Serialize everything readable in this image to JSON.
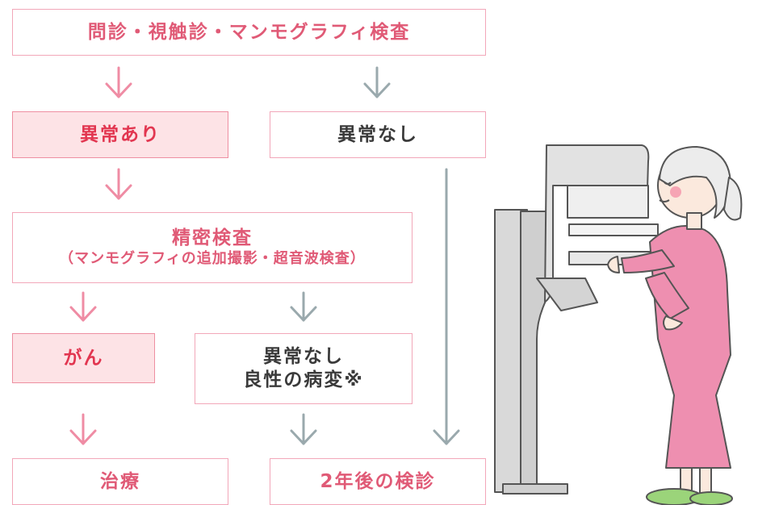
{
  "flow": {
    "exam": "問診・視触診・マンモグラフィ検査",
    "abnormal": "異常あり",
    "normal_1": "異常なし",
    "detailed_title": "精密検査",
    "detailed_sub": "（マンモグラフィの追加撮影・超音波検査）",
    "cancer": "がん",
    "normal_2_line1": "異常なし",
    "normal_2_line2": "良性の病変※",
    "treatment": "治療",
    "recheck": "2年後の検診"
  },
  "colors": {
    "pink_arrow": "#ef8ca4",
    "gray_arrow": "#9aa9ad",
    "box_border": "#f2a7b9",
    "highlight_fill": "#fde3e6",
    "highlight_text": "#e23650",
    "illustration_pink": "#ee8fb0"
  },
  "illustration": {
    "icon": "mammography-exam-illustration"
  }
}
